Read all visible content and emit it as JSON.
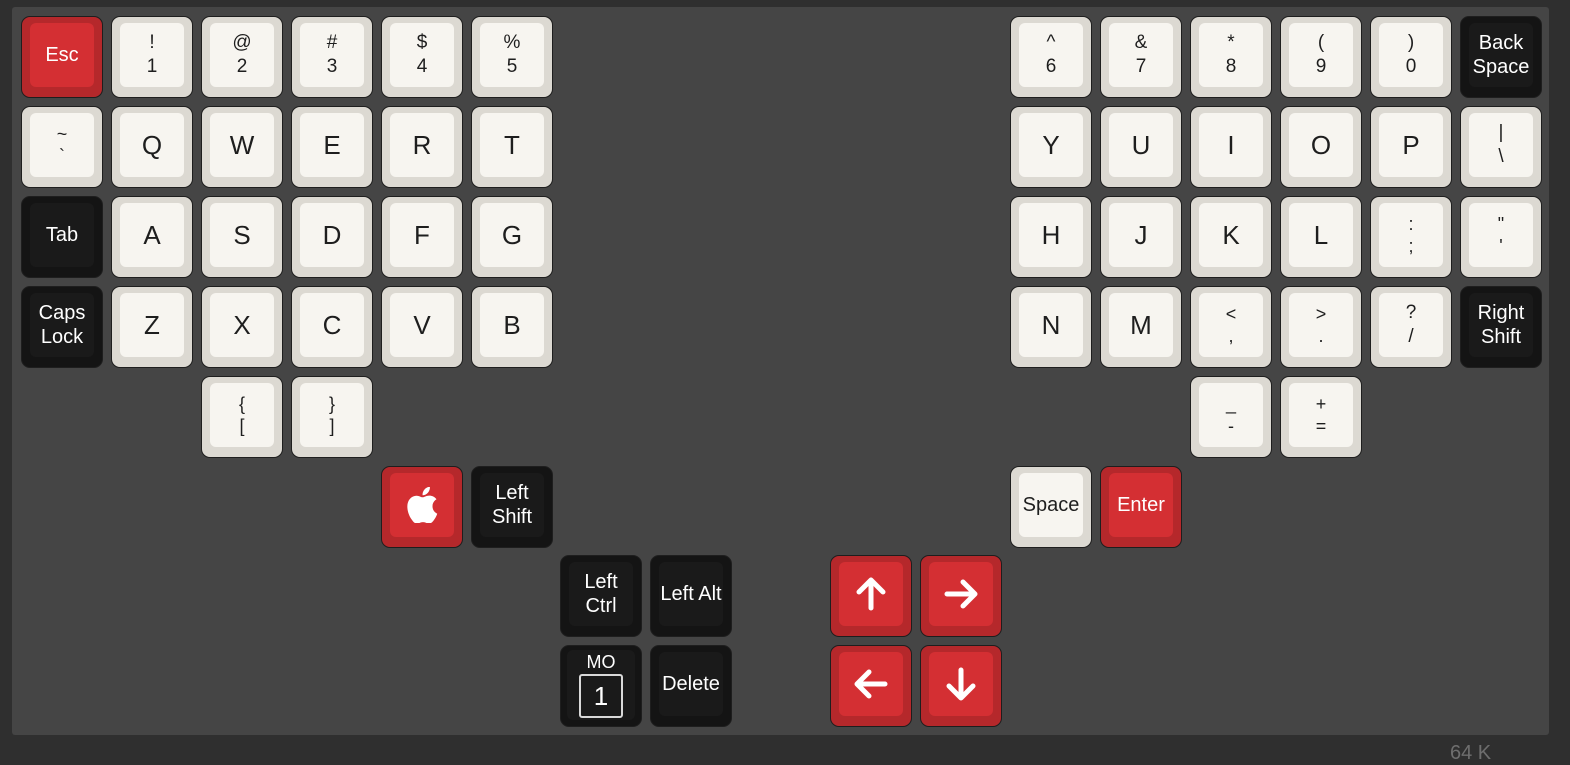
{
  "keyboard": {
    "keys": {
      "esc": {
        "label": "Esc"
      },
      "k1": {
        "shift": "!",
        "base": "1"
      },
      "k2": {
        "shift": "@",
        "base": "2"
      },
      "k3": {
        "shift": "#",
        "base": "3"
      },
      "k4": {
        "shift": "$",
        "base": "4"
      },
      "k5": {
        "shift": "%",
        "base": "5"
      },
      "k6": {
        "shift": "^",
        "base": "6"
      },
      "k7": {
        "shift": "&",
        "base": "7"
      },
      "k8": {
        "shift": "*",
        "base": "8"
      },
      "k9": {
        "shift": "(",
        "base": "9"
      },
      "k0": {
        "shift": ")",
        "base": "0"
      },
      "backspace": {
        "line1": "Back",
        "line2": "Space"
      },
      "grave": {
        "shift": "~",
        "base": "`"
      },
      "q": {
        "label": "Q"
      },
      "w": {
        "label": "W"
      },
      "e": {
        "label": "E"
      },
      "r": {
        "label": "R"
      },
      "t": {
        "label": "T"
      },
      "y": {
        "label": "Y"
      },
      "u": {
        "label": "U"
      },
      "i": {
        "label": "I"
      },
      "o": {
        "label": "O"
      },
      "p": {
        "label": "P"
      },
      "backslash": {
        "shift": "|",
        "base": "\\"
      },
      "tab": {
        "label": "Tab"
      },
      "a": {
        "label": "A"
      },
      "s": {
        "label": "S"
      },
      "d": {
        "label": "D"
      },
      "f": {
        "label": "F"
      },
      "g": {
        "label": "G"
      },
      "h": {
        "label": "H"
      },
      "j": {
        "label": "J"
      },
      "k": {
        "label": "K"
      },
      "l": {
        "label": "L"
      },
      "semicolon": {
        "shift": ":",
        "base": ";"
      },
      "quote": {
        "shift": "\"",
        "base": "'"
      },
      "capslock": {
        "line1": "Caps",
        "line2": "Lock"
      },
      "z": {
        "label": "Z"
      },
      "x": {
        "label": "X"
      },
      "c": {
        "label": "C"
      },
      "v": {
        "label": "V"
      },
      "b": {
        "label": "B"
      },
      "n": {
        "label": "N"
      },
      "m": {
        "label": "M"
      },
      "comma": {
        "shift": "<",
        "base": ","
      },
      "period": {
        "shift": ">",
        "base": "."
      },
      "slash": {
        "shift": "?",
        "base": "/"
      },
      "rightshift": {
        "line1": "Right",
        "line2": "Shift"
      },
      "lbracket": {
        "shift": "{",
        "base": "["
      },
      "rbracket": {
        "shift": "}",
        "base": "]"
      },
      "minus": {
        "shift": "_",
        "base": "-"
      },
      "equal": {
        "shift": "+",
        "base": "="
      },
      "gui": {
        "icon": "apple-icon"
      },
      "leftshift": {
        "line1": "Left",
        "line2": "Shift"
      },
      "space": {
        "label": "Space"
      },
      "enter": {
        "label": "Enter"
      },
      "leftctrl": {
        "line1": "Left",
        "line2": "Ctrl"
      },
      "leftalt": {
        "label": "Left Alt"
      },
      "mo1": {
        "top": "MO",
        "layer": "1"
      },
      "delete": {
        "label": "Delete"
      },
      "up": {
        "icon": "arrow-up-icon"
      },
      "right": {
        "icon": "arrow-right-icon"
      },
      "left": {
        "icon": "arrow-left-icon"
      },
      "down": {
        "icon": "arrow-down-icon"
      }
    },
    "colors": {
      "light_cap": "#f7f5f0",
      "dark_cap": "#1a1a1a",
      "red_cap": "#d42f33",
      "board": "#454545"
    }
  },
  "footer": {
    "partial_text": "64 K"
  }
}
